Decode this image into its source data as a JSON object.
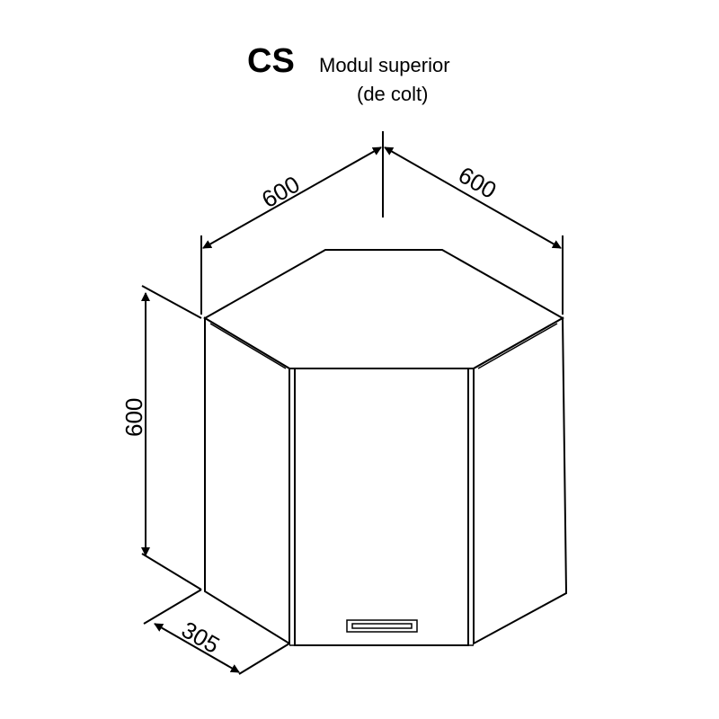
{
  "title": {
    "code": "CS",
    "name": "Modul superior",
    "subtitle": "(de colt)"
  },
  "dimensions": {
    "width_left": "600",
    "width_right": "600",
    "height": "600",
    "depth": "305"
  }
}
